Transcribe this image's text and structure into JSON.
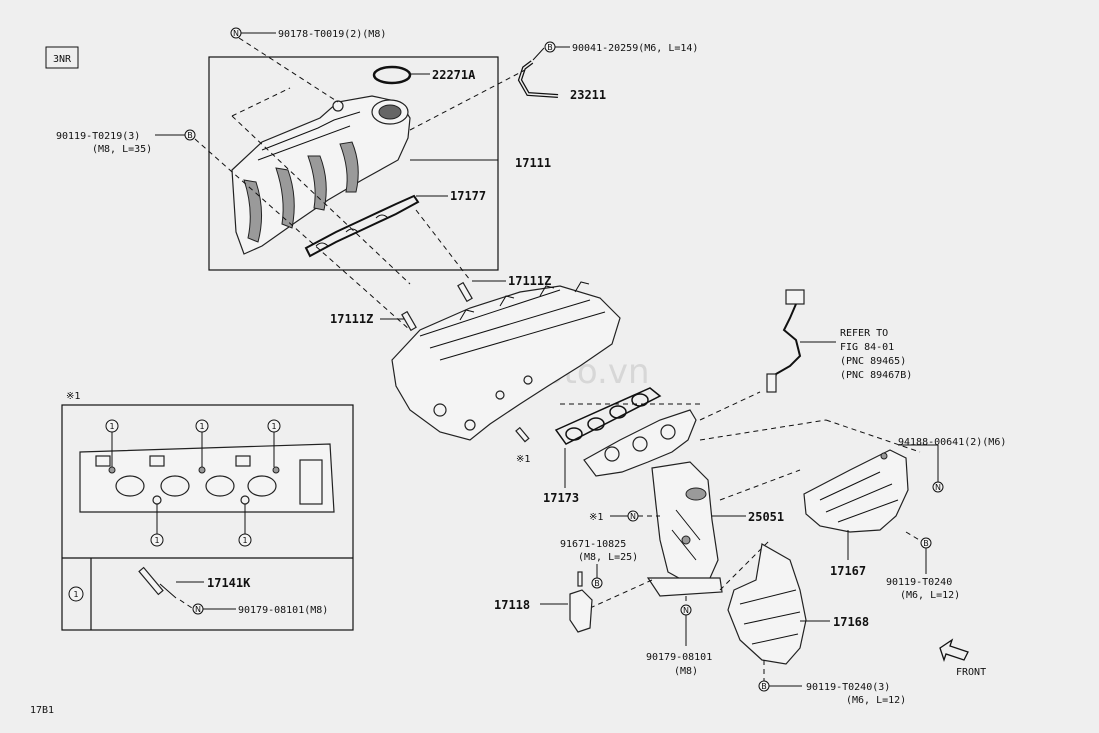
{
  "engine_code": "3NR",
  "page_code": "17B1",
  "watermark": "phutungoto.vn",
  "front_label": "FRONT",
  "labels": {
    "bolt_90178": "90178-T0019(2)(M8)",
    "gasket_22271a": "22271A",
    "bolt_90041": "90041-20259(M6, L=14)",
    "hose_23211": "23211",
    "bolt_90119_t0219": "90119-T0219(3)",
    "bolt_90119_t0219_spec": "(M8, L=35)",
    "manifold_17111": "17111",
    "gasket_17177": "17177",
    "stud_17111z_a": "17111Z",
    "stud_17111z_b": "17111Z",
    "refer_1": "REFER TO",
    "refer_2": "FIG 84-01",
    "refer_3": "(PNC 89465)",
    "refer_4": "(PNC 89467B)",
    "nut_94188": "94188-00641(2)(M6)",
    "mark_x1_a": "※1",
    "gasket_17173": "17173",
    "mark_x1_b": "※1",
    "converter_25051": "25051",
    "insulator_17167": "17167",
    "bolt_91671": "91671-10825",
    "bolt_91671_spec": "(M8, L=25)",
    "bolt_90119_t0240": "90119-T0240",
    "bolt_90119_t0240_spec": "(M6, L=12)",
    "bracket_17118": "17118",
    "insulator_17168": "17168",
    "nut_90179_b": "90179-08101",
    "nut_90179_b_spec": "(M8)",
    "bolt_90119_t0240_3": "90119-T0240(3)",
    "bolt_90119_t0240_3_spec": "(M6, L=12)",
    "inset_mark": "※1",
    "stud_17141k": "17141K",
    "nut_90179_a": "90179-08101(M8)"
  },
  "symbols": {
    "n": "N",
    "b": "B",
    "one": "1"
  }
}
